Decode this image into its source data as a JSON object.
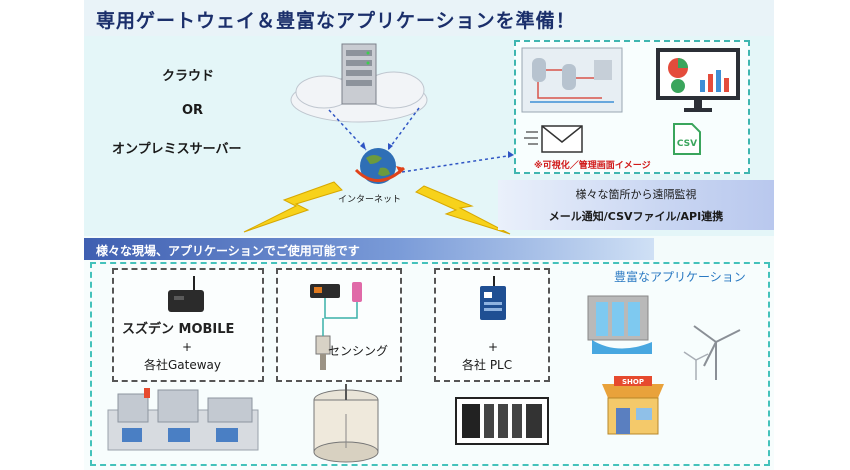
{
  "header": {
    "title": "専用ゲートウェイ＆豊富なアプリケーションを準備！"
  },
  "cloud": {
    "line1": "クラウド",
    "line2": "OR",
    "line3": "オンプレミスサーバー"
  },
  "internet": {
    "label": "インターネット"
  },
  "visualization": {
    "caption": "※可視化／管理画面イメージ",
    "csv_icon_text": "CSV"
  },
  "remote": {
    "line1": "様々な箇所から遠隔監視",
    "line2": "メール通知/CSVファイル/API連携"
  },
  "field": {
    "header": "様々な現場、アプリケーションでご使用可能です",
    "gateway": {
      "brand": "スズデン MOBILE",
      "plus": "+",
      "label": "各社Gateway"
    },
    "sensing": {
      "label": "センシング"
    },
    "plc": {
      "plus": "+",
      "label": "各社  PLC"
    },
    "apps": {
      "title": "豊富なアプリケーション",
      "shop_sign": "SHOP"
    }
  }
}
